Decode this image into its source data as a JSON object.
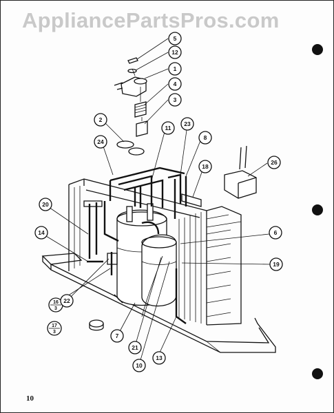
{
  "watermark": "AppliancePartsPros.com",
  "page_number": "10",
  "callouts": [
    {
      "id": "c5",
      "label": "5"
    },
    {
      "id": "c12",
      "label": "12"
    },
    {
      "id": "c1",
      "label": "1"
    },
    {
      "id": "c4",
      "label": "4"
    },
    {
      "id": "c3",
      "label": "3"
    },
    {
      "id": "c2",
      "label": "2"
    },
    {
      "id": "c11",
      "label": "11"
    },
    {
      "id": "c23",
      "label": "23"
    },
    {
      "id": "c8",
      "label": "8"
    },
    {
      "id": "c24",
      "label": "24"
    },
    {
      "id": "c18",
      "label": "18"
    },
    {
      "id": "c26",
      "label": "26"
    },
    {
      "id": "c20",
      "label": "20"
    },
    {
      "id": "c14",
      "label": "14"
    },
    {
      "id": "c6",
      "label": "6"
    },
    {
      "id": "c19",
      "label": "19"
    },
    {
      "id": "c16",
      "label": "16",
      "sub": "3"
    },
    {
      "id": "c22",
      "label": "22"
    },
    {
      "id": "c17",
      "label": "17",
      "sub": "3"
    },
    {
      "id": "c7",
      "label": "7"
    },
    {
      "id": "c21",
      "label": "21"
    },
    {
      "id": "c10",
      "label": "10"
    },
    {
      "id": "c13",
      "label": "13"
    }
  ]
}
